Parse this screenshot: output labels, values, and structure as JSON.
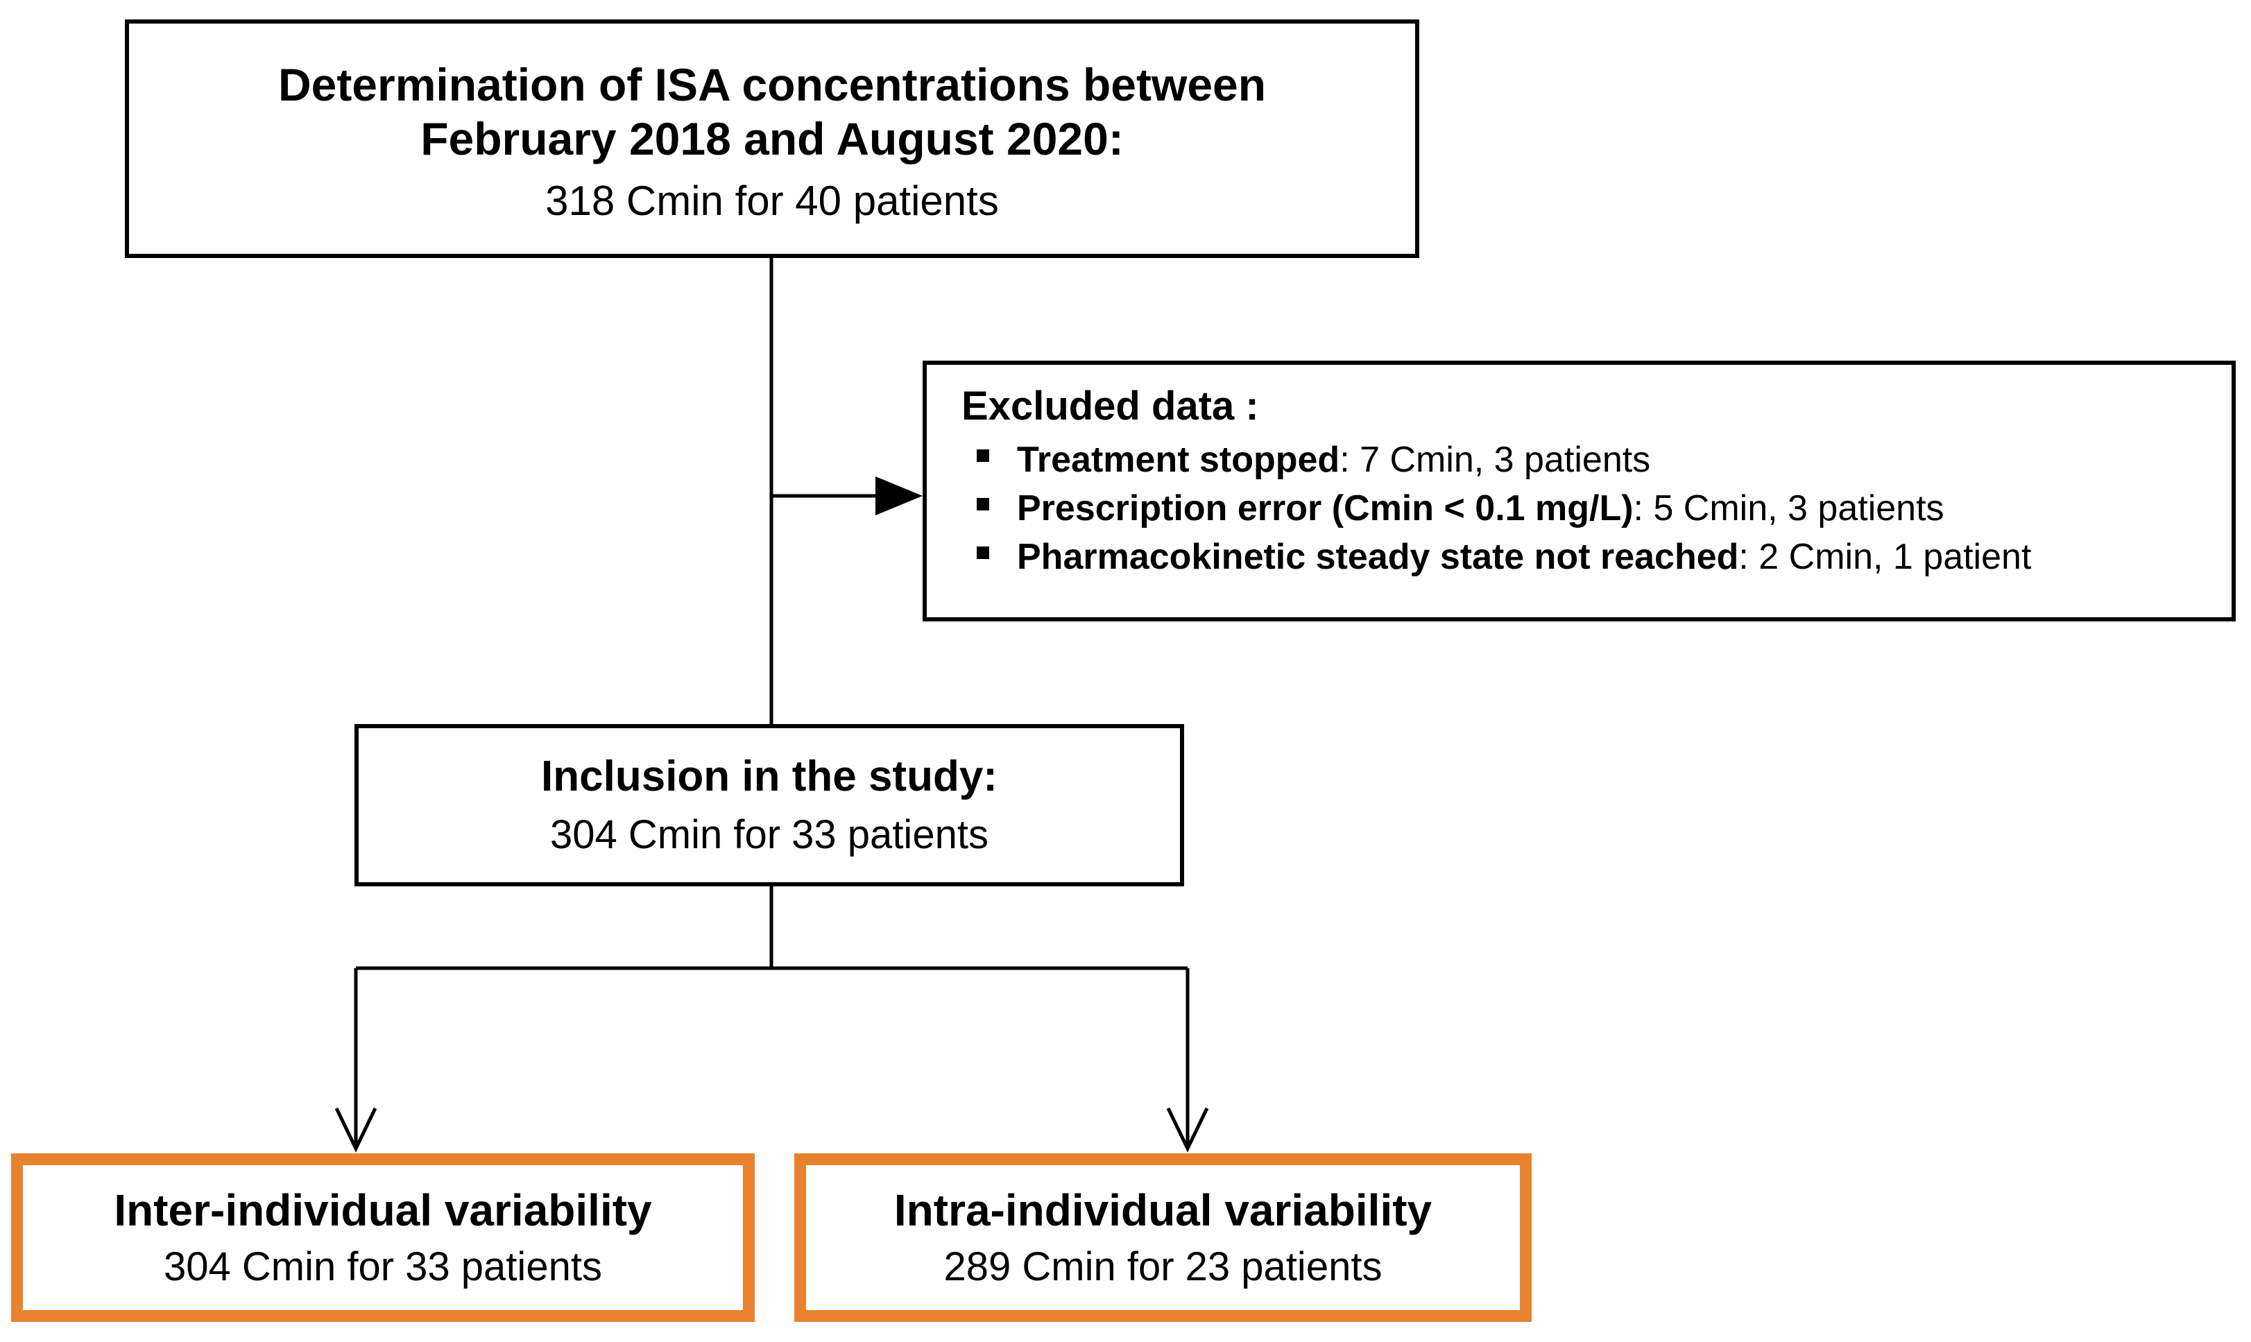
{
  "diagram": {
    "type": "flowchart",
    "orientation": "top-to-bottom",
    "accent_color": "#E8822E",
    "line_color": "#000000",
    "background": "#FFFFFF"
  },
  "nodes": {
    "source": {
      "title_line1": "Determination of ISA concentrations between",
      "title_line2": "February 2018 and August 2020:",
      "detail": "318 Cmin for 40 patients",
      "border_color": "#000000"
    },
    "excluded": {
      "title": "Excluded data :",
      "items": [
        {
          "reason": "Treatment stopped",
          "result": ": 7 Cmin, 3 patients"
        },
        {
          "reason": "Prescription error (Cmin < 0.1 mg/L)",
          "result": ": 5 Cmin, 3 patients"
        },
        {
          "reason": "Pharmacokinetic steady state not reached",
          "result": ": 2 Cmin, 1 patient"
        }
      ],
      "bullet_glyph": "square-bullet",
      "border_color": "#000000"
    },
    "inclusion": {
      "title": "Inclusion in the study:",
      "detail": "304 Cmin for 33 patients",
      "border_color": "#000000"
    },
    "inter": {
      "title": "Inter-individual variability",
      "detail": "304 Cmin for 33 patients",
      "border_color": "#E8822E"
    },
    "intra": {
      "title": "Intra-individual variability",
      "detail": "289 Cmin for 23 patients",
      "border_color": "#E8822E"
    }
  },
  "connectors": [
    {
      "name": "source-to-inclusion",
      "kind": "vertical-line"
    },
    {
      "name": "source-to-excluded",
      "kind": "horizontal-arrow-filled"
    },
    {
      "name": "inclusion-to-inter",
      "kind": "branch-arrow-open"
    },
    {
      "name": "inclusion-to-intra",
      "kind": "branch-arrow-open"
    }
  ]
}
